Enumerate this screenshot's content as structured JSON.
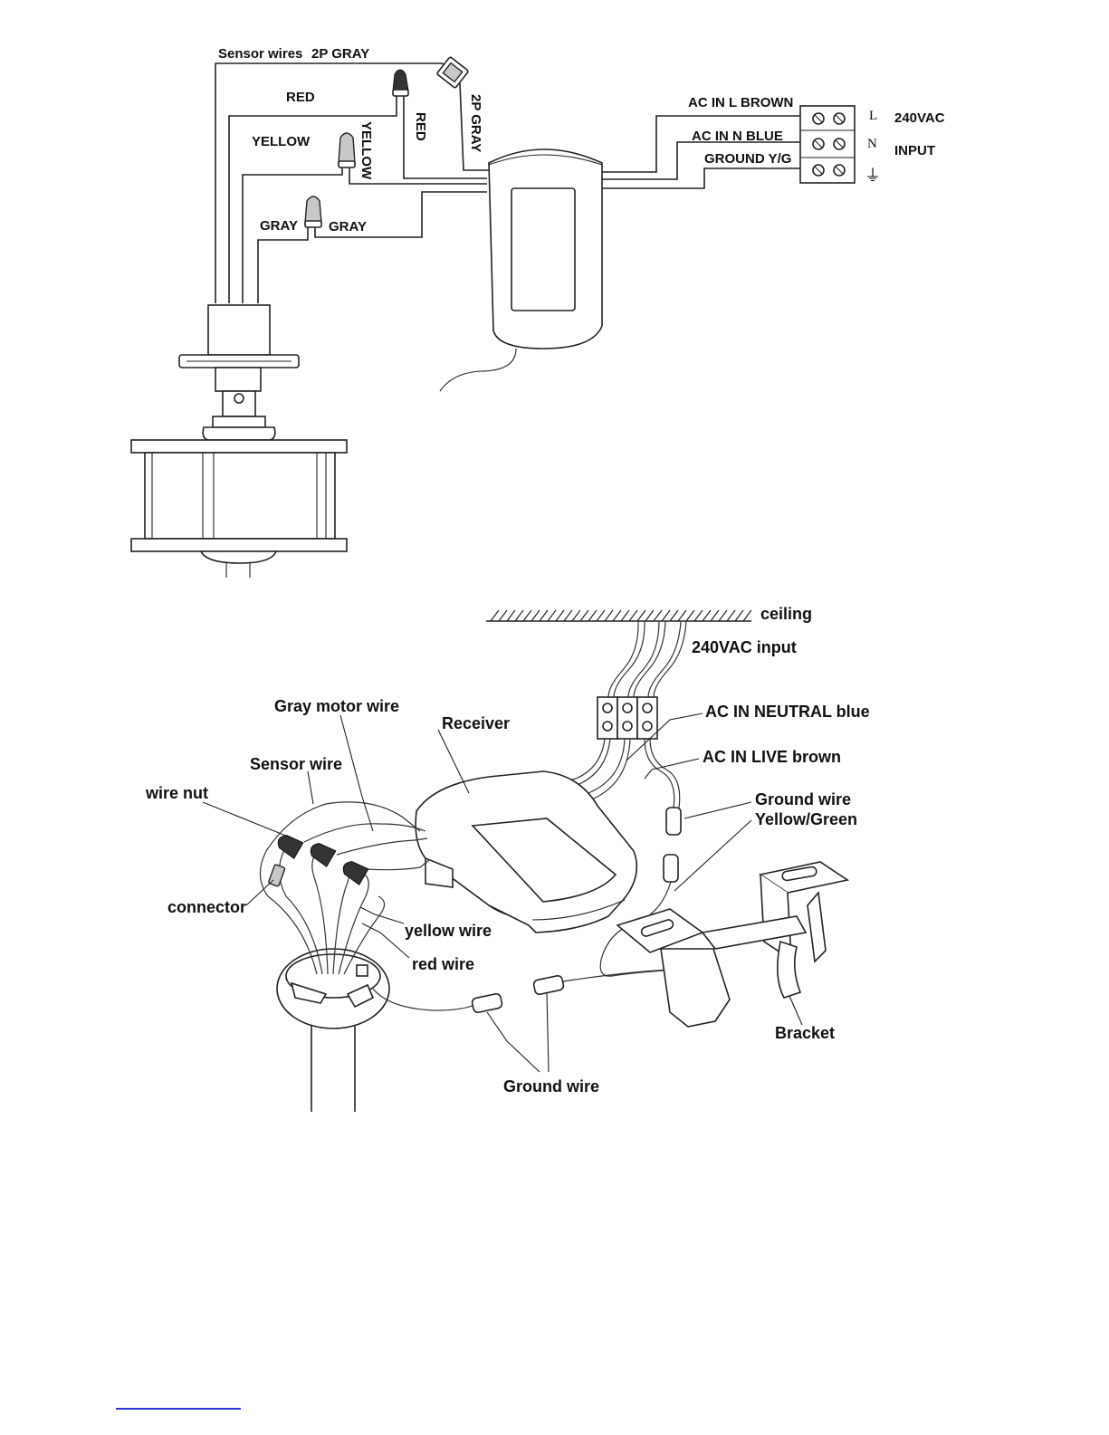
{
  "top_diagram": {
    "sensor_wires": "Sensor wires",
    "two_p_gray": "2P GRAY",
    "red_left": "RED",
    "red_vertical": "RED",
    "yellow_left": "YELLOW",
    "yellow_vertical": "YELLOW",
    "two_p_gray_vertical": "2P GRAY",
    "gray_left": "GRAY",
    "gray_right": "GRAY",
    "ac_in_l": "AC IN L BROWN",
    "ac_in_n": "AC IN N BLUE",
    "ground_yg": "GROUND Y/G",
    "terminal_l": "L",
    "terminal_n": "N",
    "terminal_ground": "⏚",
    "input_voltage": "240VAC",
    "input_label": "INPUT"
  },
  "bottom_diagram": {
    "ceiling": "ceiling",
    "input": "240VAC input",
    "neutral": "AC IN NEUTRAL blue",
    "live": "AC IN LIVE brown",
    "ground_wire_right": "Ground wire",
    "yellow_green": "Yellow/Green",
    "gray_motor_wire": "Gray motor wire",
    "receiver": "Receiver",
    "sensor_wire": "Sensor wire",
    "wire_nut": "wire nut",
    "connector": "connector",
    "yellow_wire": "yellow wire",
    "red_wire": "red wire",
    "ground_wire_bottom": "Ground wire",
    "bracket": "Bracket"
  }
}
